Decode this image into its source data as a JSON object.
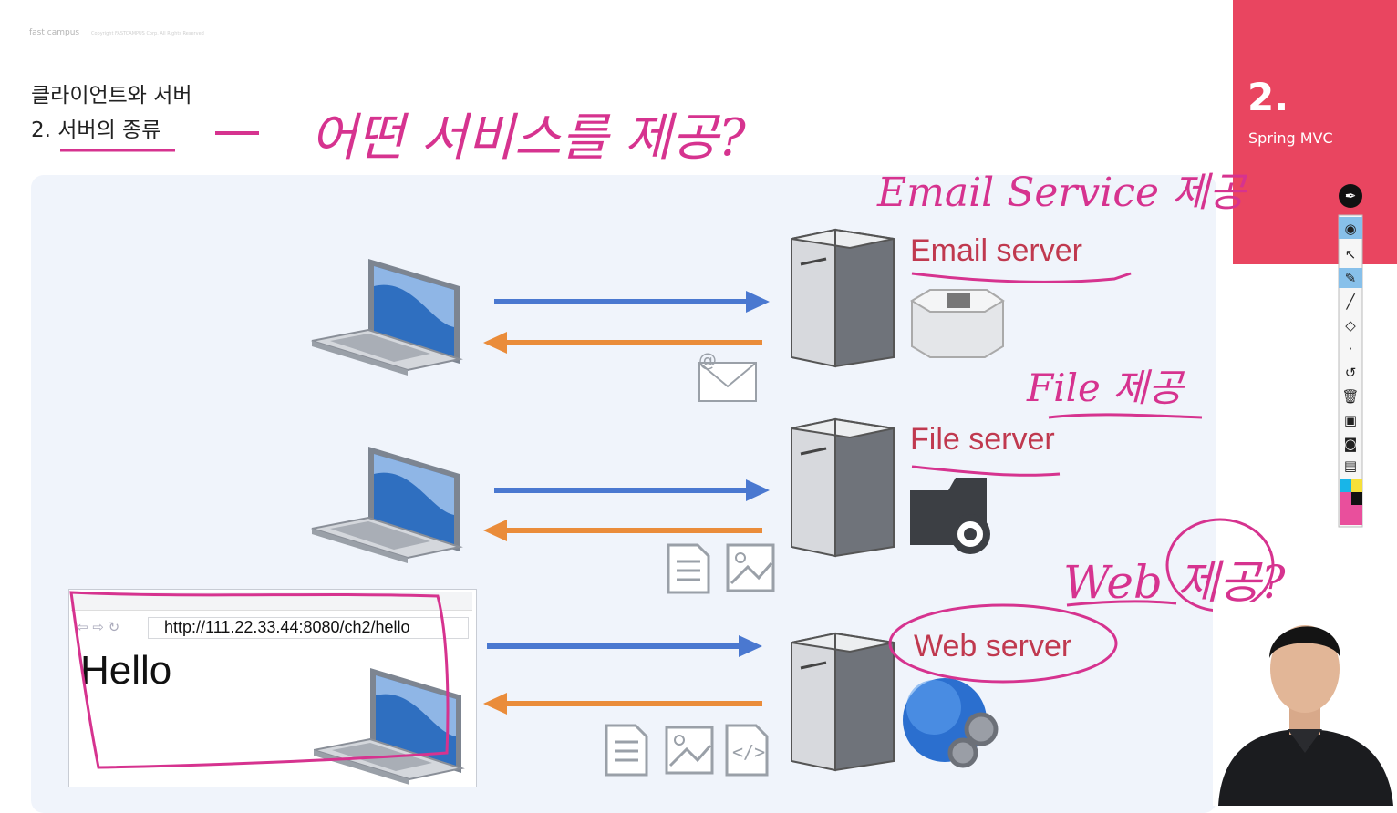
{
  "header": {
    "logo": "fast campus",
    "copyright": "Copyright FASTCAMPUS Corp. All Rights Reserved",
    "title_line1": "클라이언트와 서버",
    "title_line2": "2. 서버의 종류"
  },
  "badge": {
    "number": "2.",
    "subtitle": "Spring MVC"
  },
  "servers": [
    {
      "label": "Email server"
    },
    {
      "label": "File server"
    },
    {
      "label": "Web server"
    }
  ],
  "browser": {
    "url": "http://111.22.33.44:8080/ch2/hello",
    "content": "Hello"
  },
  "annotations": {
    "question": "어떤 서비스를 제공?",
    "email_note": "Email Service 제공",
    "file_note": "File 제공",
    "web_note": "Web 제공?"
  },
  "colors": {
    "accent": "#e94560",
    "request_arrow": "#4a78d0",
    "response_arrow": "#ea8c3a",
    "ink": "#d6338f",
    "panel": "#f0f4fb"
  },
  "toolbar": {
    "icons": [
      "pen-icon",
      "eye-icon",
      "pointer-icon",
      "highlighter-icon",
      "line-icon",
      "eraser-icon",
      "dot-icon",
      "undo-icon",
      "trash-icon",
      "board-icon",
      "camera-icon",
      "clipboard-icon",
      "color-palette-icon"
    ]
  }
}
